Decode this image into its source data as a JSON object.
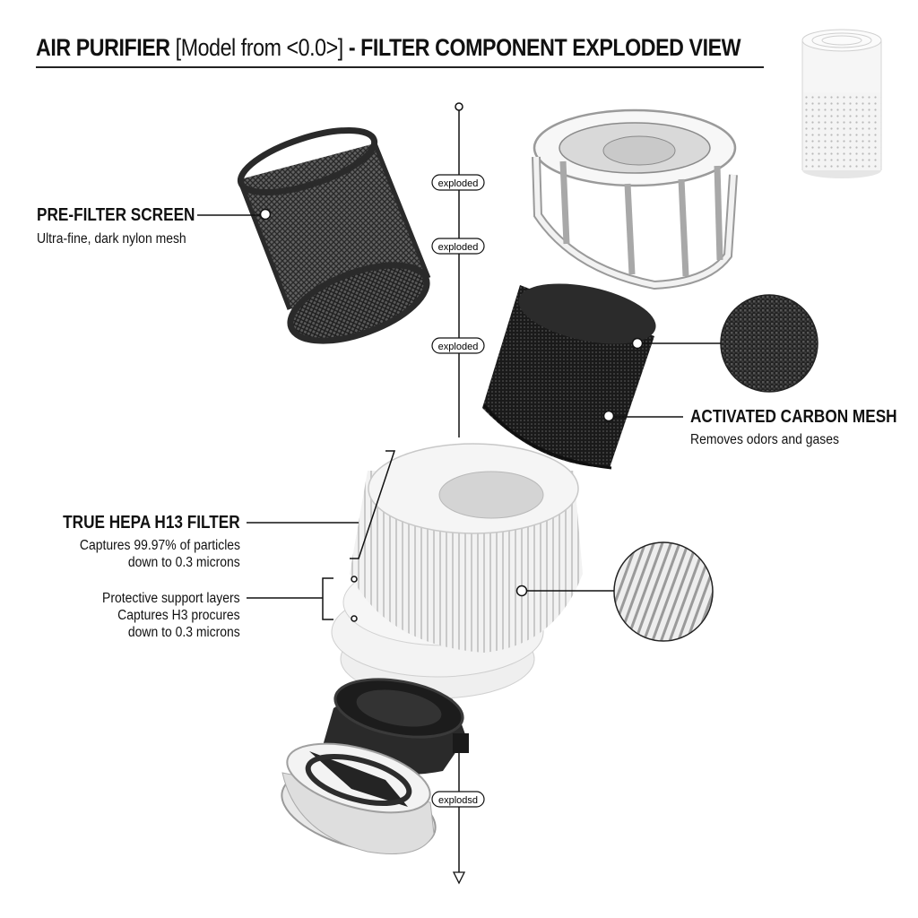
{
  "header": {
    "title_bold_1": "AIR PURIFIER",
    "title_normal": " [Model from <0.0>] ",
    "title_bold_2": "- FILTER COMPONENT EXPLODED VIEW"
  },
  "axis": {
    "tags": [
      "exploded",
      "exploded",
      "exploded",
      "explodsd"
    ]
  },
  "callouts": {
    "prefilter": {
      "title": "PRE-FILTER SCREEN",
      "desc": "Ultra-fine, dark nylon mesh"
    },
    "carbon": {
      "title": "ACTIVATED CARBON MESH",
      "desc": "Removes odors and gases"
    },
    "hepa": {
      "title": "TRUE HEPA H13 FILTER",
      "desc_line1": "Captures 99.97% of particles",
      "desc_line2": "down to 0.3 microns"
    },
    "support": {
      "line1": "Protective support layers",
      "line2": "Captures H3 procures",
      "line3": "down to 0.3 microns"
    }
  },
  "colors": {
    "ink": "#111111",
    "mesh_dark": "#2a2a2a",
    "carbon": "#161616",
    "white_part": "#ececec",
    "pleat": "#d8d8d8"
  },
  "icons": [
    "air-purifier-thumbnail",
    "pre-filter-screen",
    "top-frame-cage",
    "carbon-mesh-cylinder",
    "hepa-pleated-filter",
    "fan-impeller",
    "base-housing",
    "carbon-texture-detail",
    "pleat-texture-detail"
  ]
}
